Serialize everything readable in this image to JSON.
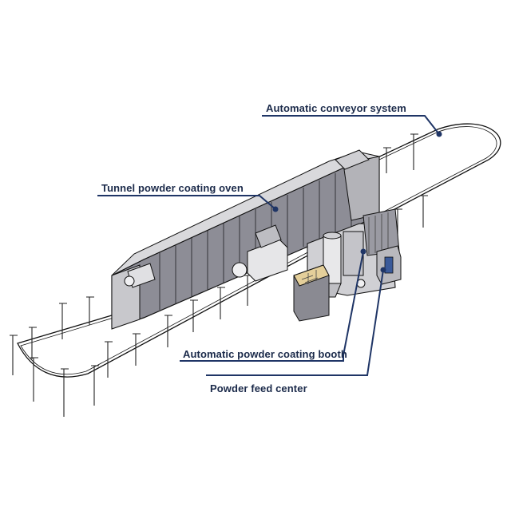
{
  "labels": {
    "conveyor": "Automatic conveyor system",
    "oven": "Tunnel powder coating oven",
    "booth": "Automatic powder coating booth",
    "feed": "Powder feed center"
  },
  "colors": {
    "leader": "#1f3566",
    "text": "#1b2a4a",
    "line": "#111111",
    "oven_panel": "#8d8d96",
    "oven_top": "#d9d9dc"
  },
  "icons": {
    "callout_dot": "leader-dot-icon"
  }
}
